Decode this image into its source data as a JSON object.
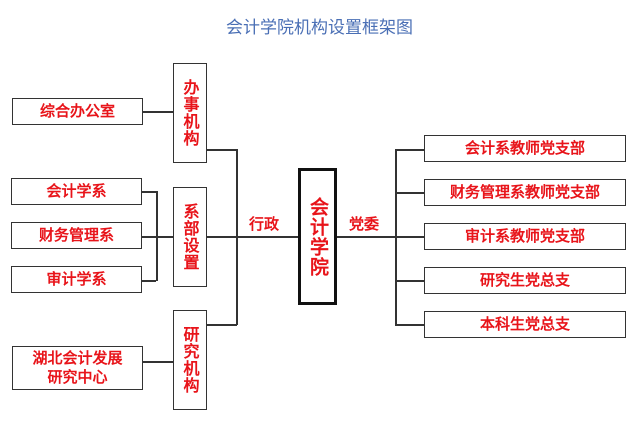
{
  "title": "会计学院机构设置框架图",
  "center": "会计学院",
  "labels": {
    "admin": "行政",
    "party": "党委"
  },
  "left_groups": [
    {
      "name": "办事机构",
      "children": [
        "综合办公室"
      ]
    },
    {
      "name": "系部设置",
      "children": [
        "会计学系",
        "财务管理系",
        "审计学系"
      ]
    },
    {
      "name": "研究机构",
      "children": [
        "湖北会计发展研究中心"
      ]
    }
  ],
  "right_items": [
    "会计系教师党支部",
    "财务管理系教师党支部",
    "审计系教师党支部",
    "研究生党总支",
    "本科生党总支"
  ],
  "colors": {
    "text": "#e8141a",
    "title": "#4a6fb5",
    "line": "#333333"
  }
}
